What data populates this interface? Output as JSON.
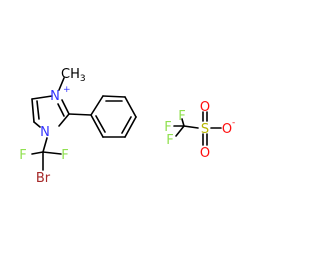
{
  "cation": {
    "atoms": {
      "n1": "N",
      "n3": "N",
      "methyl": "CH",
      "methyl_sub": "3",
      "f_left": "F",
      "f_right": "F",
      "br": "Br"
    },
    "charge": "+"
  },
  "anion": {
    "atoms": {
      "f_top": "F",
      "f_left": "F",
      "f_bottom": "F",
      "s": "S",
      "o_top": "O",
      "o_right": "O",
      "o_bottom": "O"
    },
    "charge": "-"
  },
  "colors": {
    "bond": "#000000",
    "nitrogen": "#3333ff",
    "fluorine": "#90e050",
    "bromine": "#a62929",
    "oxygen": "#ff0d0d",
    "sulfur": "#b7b700"
  }
}
